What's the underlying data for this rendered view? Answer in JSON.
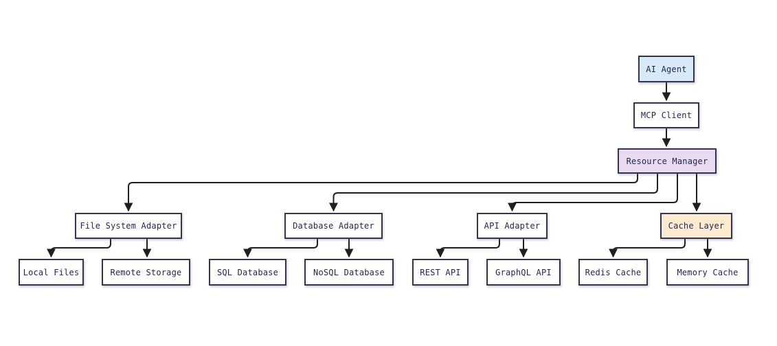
{
  "diagram": {
    "type": "flowchart",
    "direction": "top-down",
    "colors": {
      "background": "#ffffff",
      "node_border": "#343450",
      "node_text": "#262650",
      "edge_stroke": "#1f1f1f",
      "agent_fill": "#d6eaf8",
      "manager_fill": "#e8daef",
      "cache_fill": "#fdebd0",
      "default_fill": "#ffffff"
    },
    "nodes": [
      {
        "id": "ai-agent",
        "label": "AI Agent",
        "fill": "#d6eaf8"
      },
      {
        "id": "mcp-client",
        "label": "MCP Client",
        "fill": "#ffffff"
      },
      {
        "id": "resource-manager",
        "label": "Resource Manager",
        "fill": "#e8daef"
      },
      {
        "id": "file-system-adapter",
        "label": "File System Adapter",
        "fill": "#ffffff"
      },
      {
        "id": "database-adapter",
        "label": "Database Adapter",
        "fill": "#ffffff"
      },
      {
        "id": "api-adapter",
        "label": "API Adapter",
        "fill": "#ffffff"
      },
      {
        "id": "cache-layer",
        "label": "Cache Layer",
        "fill": "#fdebd0"
      },
      {
        "id": "local-files",
        "label": "Local Files",
        "fill": "#ffffff"
      },
      {
        "id": "remote-storage",
        "label": "Remote Storage",
        "fill": "#ffffff"
      },
      {
        "id": "sql-database",
        "label": "SQL Database",
        "fill": "#ffffff"
      },
      {
        "id": "nosql-database",
        "label": "NoSQL Database",
        "fill": "#ffffff"
      },
      {
        "id": "rest-api",
        "label": "REST API",
        "fill": "#ffffff"
      },
      {
        "id": "graphql-api",
        "label": "GraphQL API",
        "fill": "#ffffff"
      },
      {
        "id": "redis-cache",
        "label": "Redis Cache",
        "fill": "#ffffff"
      },
      {
        "id": "memory-cache",
        "label": "Memory Cache",
        "fill": "#ffffff"
      }
    ],
    "edges": [
      {
        "from": "ai-agent",
        "to": "mcp-client"
      },
      {
        "from": "mcp-client",
        "to": "resource-manager"
      },
      {
        "from": "resource-manager",
        "to": "file-system-adapter"
      },
      {
        "from": "resource-manager",
        "to": "database-adapter"
      },
      {
        "from": "resource-manager",
        "to": "api-adapter"
      },
      {
        "from": "resource-manager",
        "to": "cache-layer"
      },
      {
        "from": "file-system-adapter",
        "to": "local-files"
      },
      {
        "from": "file-system-adapter",
        "to": "remote-storage"
      },
      {
        "from": "database-adapter",
        "to": "sql-database"
      },
      {
        "from": "database-adapter",
        "to": "nosql-database"
      },
      {
        "from": "api-adapter",
        "to": "rest-api"
      },
      {
        "from": "api-adapter",
        "to": "graphql-api"
      },
      {
        "from": "cache-layer",
        "to": "redis-cache"
      },
      {
        "from": "cache-layer",
        "to": "memory-cache"
      }
    ]
  }
}
